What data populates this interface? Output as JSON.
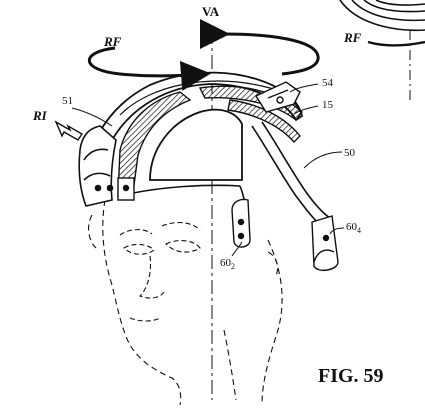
{
  "figure": {
    "caption": "FIG. 59",
    "axis_label": "VA",
    "rotation_label_left": "RF",
    "rotation_label_right": "RF",
    "impact_label": "RI",
    "refs": {
      "shell": "51",
      "clip": "54",
      "liner": "15",
      "band": "50",
      "rear_anchor_main": "60",
      "rear_anchor_sub": "4",
      "side_anchor_main": "60",
      "side_anchor_sub": "2"
    }
  }
}
